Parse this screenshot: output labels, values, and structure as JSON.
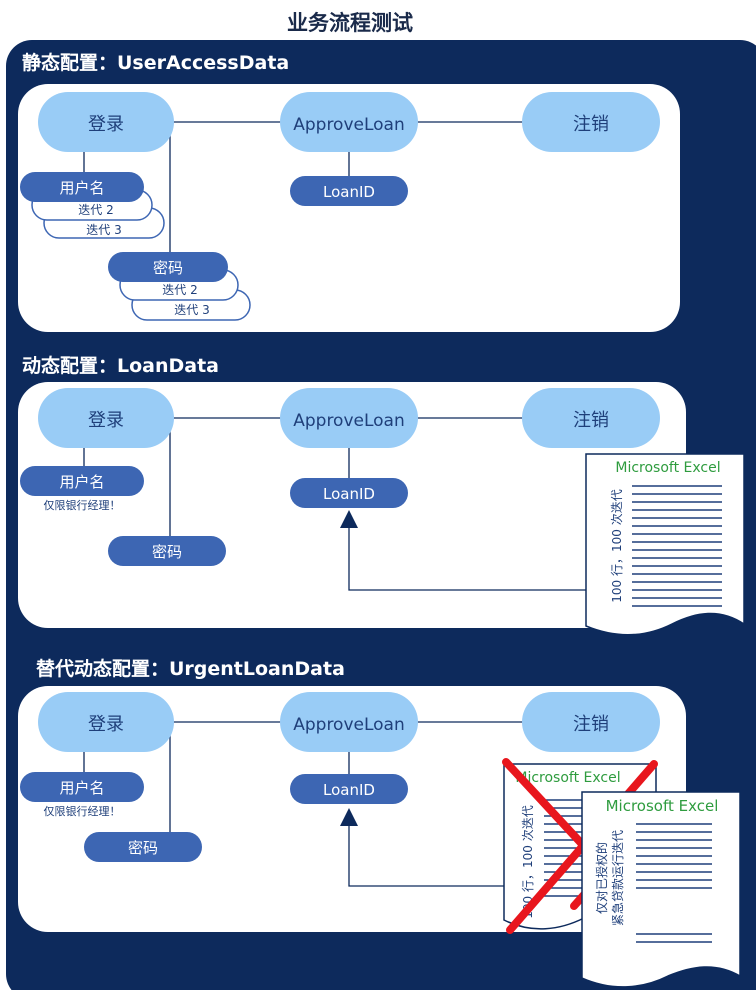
{
  "title": "业务流程测试",
  "colors": {
    "frame": "#0d2a5c",
    "pill_light": "#99ccf6",
    "pill_dark": "#3d66b3",
    "excel_green": "#2f9c3f",
    "cross": "#e8161d"
  },
  "sections": [
    {
      "heading": "静态配置：UserAccessData",
      "steps": [
        "登录",
        "ApproveLoan",
        "注销"
      ],
      "username": "用户名",
      "password": "密码",
      "loan_id": "LoanID",
      "iterations": [
        "迭代 2",
        "迭代 3"
      ]
    },
    {
      "heading": "动态配置：LoanData",
      "steps": [
        "登录",
        "ApproveLoan",
        "注销"
      ],
      "username": "用户名",
      "username_note": "仅限银行经理！",
      "password": "密码",
      "loan_id": "LoanID",
      "excel_title": "Microsoft Excel",
      "excel_note": "100 行，100 次迭代"
    },
    {
      "heading": "替代动态配置：UrgentLoanData",
      "steps": [
        "登录",
        "ApproveLoan",
        "注销"
      ],
      "username": "用户名",
      "username_note": "仅限银行经理！",
      "password": "密码",
      "loan_id": "LoanID",
      "excel_title": "Microsoft Excel",
      "excel_note": "100 行，100 次迭代",
      "excel2_title": "Microsoft Excel",
      "excel2_note_line1": "仅对已授权的",
      "excel2_note_line2": "紧急贷款运行迭代"
    }
  ]
}
